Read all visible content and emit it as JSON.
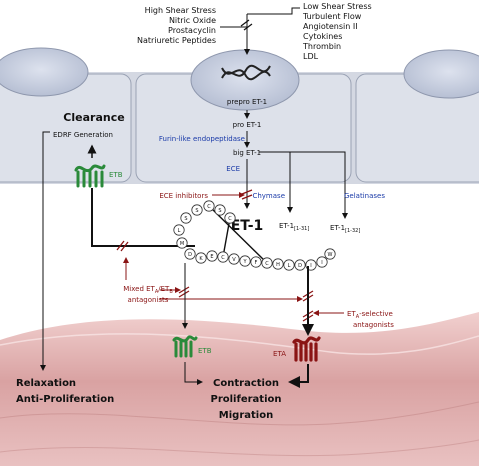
{
  "top_left_stimuli": [
    "High Shear Stress",
    "Nitric Oxide",
    "Prostacyclin",
    "Natriuretic Peptides"
  ],
  "top_right_stimuli": [
    "Low Shear Stress",
    "Turbulent Flow",
    "Angiotensin II",
    "Cytokines",
    "Thrombin",
    "LDL"
  ],
  "gene_label": "prepro ET-1",
  "pro_label": "pro ET-1",
  "furin_label": "Furin-like endopeptidase",
  "big_label": "big ET-1",
  "ece_label": "ECE",
  "chymase_label": "Chymase",
  "gelatinases_label": "Gelatinases",
  "et1_main": "ET-1",
  "et1_31": {
    "base": "ET-1",
    "sub": "[1-31]"
  },
  "et1_32": {
    "base": "ET-1",
    "sub": "[1-32]"
  },
  "ece_inhibitors": "ECE inhibitors",
  "clearance": "Clearance",
  "edrf": "EDRF Generation",
  "etb_endo": "ETB",
  "mixed_antag": {
    "line1_pre": "Mixed ET",
    "sub1": "A",
    "mid": "/ET",
    "sub2": "B",
    "line2": "antagonists"
  },
  "eta_selective": {
    "line1_pre": "ET",
    "sub": "A",
    "line1_post": "-selective",
    "line2": "antagonists"
  },
  "etb_smooth": "ETB",
  "eta_smooth": "ETA",
  "relaxation": "Relaxation",
  "antiprolif": "Anti-Proliferation",
  "contraction": "Contraction",
  "proliferation": "Proliferation",
  "migration": "Migration",
  "peptide_residues": [
    "C",
    "S",
    "C",
    "S",
    "S",
    "L",
    "M",
    "D",
    "K",
    "E",
    "C",
    "V",
    "Y",
    "F",
    "C",
    "H",
    "L",
    "D",
    "I",
    "I",
    "W"
  ]
}
